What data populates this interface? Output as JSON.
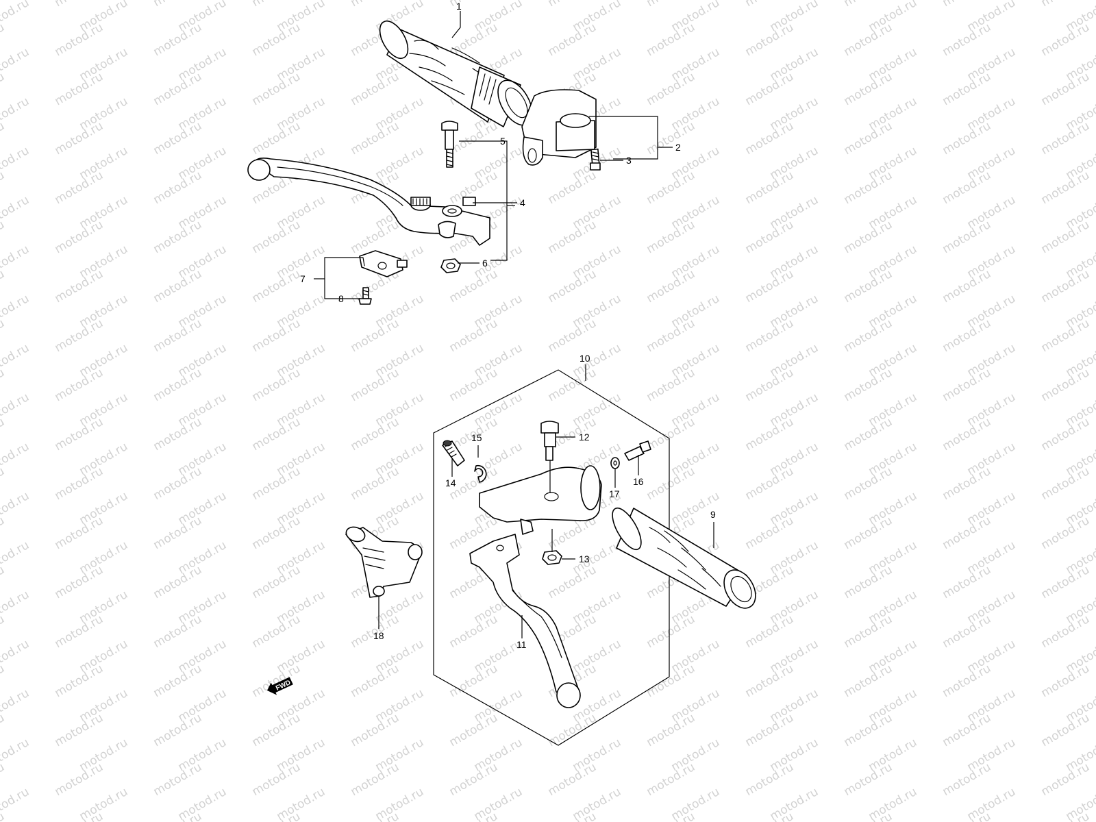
{
  "watermark": "motod.ru",
  "fwd_label": "FWD",
  "callouts": {
    "c1": "1",
    "c2": "2",
    "c3": "3",
    "c4": "4",
    "c5": "5",
    "c6": "6",
    "c7": "7",
    "c8": "8",
    "c9": "9",
    "c10": "10",
    "c11": "11",
    "c12": "12",
    "c13": "13",
    "c14": "14",
    "c15": "15",
    "c16": "16",
    "c17": "17",
    "c18": "18"
  },
  "colors": {
    "line": "#000000",
    "watermark": "#d2d2d2",
    "background": "#ffffff"
  },
  "icons": {
    "fwd": "fwd-arrow-icon"
  }
}
